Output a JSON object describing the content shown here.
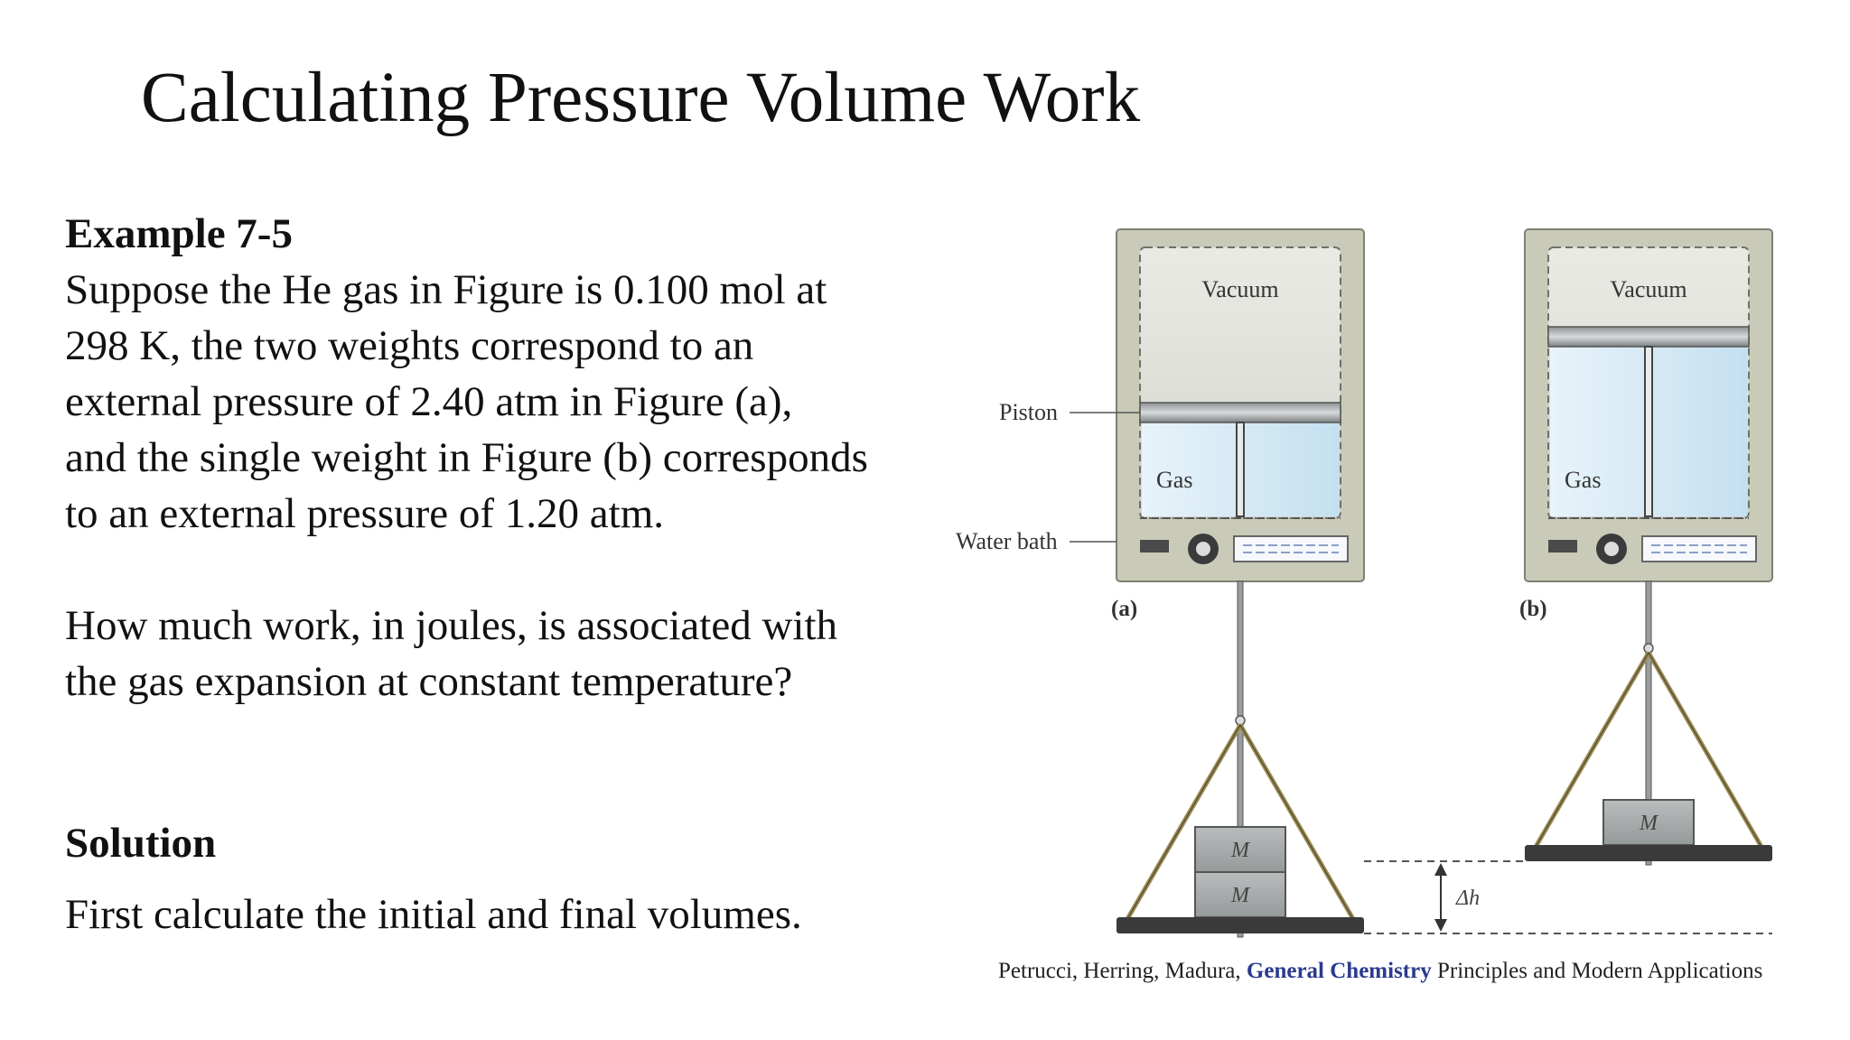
{
  "slide": {
    "title": "Calculating Pressure Volume Work",
    "example_heading": "Example 7-5",
    "problem_lines": [
      "Suppose the He gas in Figure is 0.100 mol at",
      "298 K, the two weights correspond to an",
      "external pressure of 2.40 atm in Figure (a),",
      "and the single weight in Figure (b) corresponds",
      "to an external pressure of 1.20 atm."
    ],
    "question_lines": [
      "How much work, in joules, is associated with",
      "the gas expansion at constant temperature?"
    ],
    "solution_heading": "Solution",
    "solution_text": "First calculate the initial and final volumes."
  },
  "figure": {
    "panel_a_label": "(a)",
    "panel_b_label": "(b)",
    "vacuum_label": "Vacuum",
    "gas_label": "Gas",
    "piston_label": "Piston",
    "water_bath_label": "Water bath",
    "mass_label": "M",
    "delta_h_label": "Δh"
  },
  "caption": {
    "authors": "Petrucci, Herring, Madura, ",
    "book_title": "General Chemistry",
    "subtitle": " Principles and Modern Applications"
  }
}
